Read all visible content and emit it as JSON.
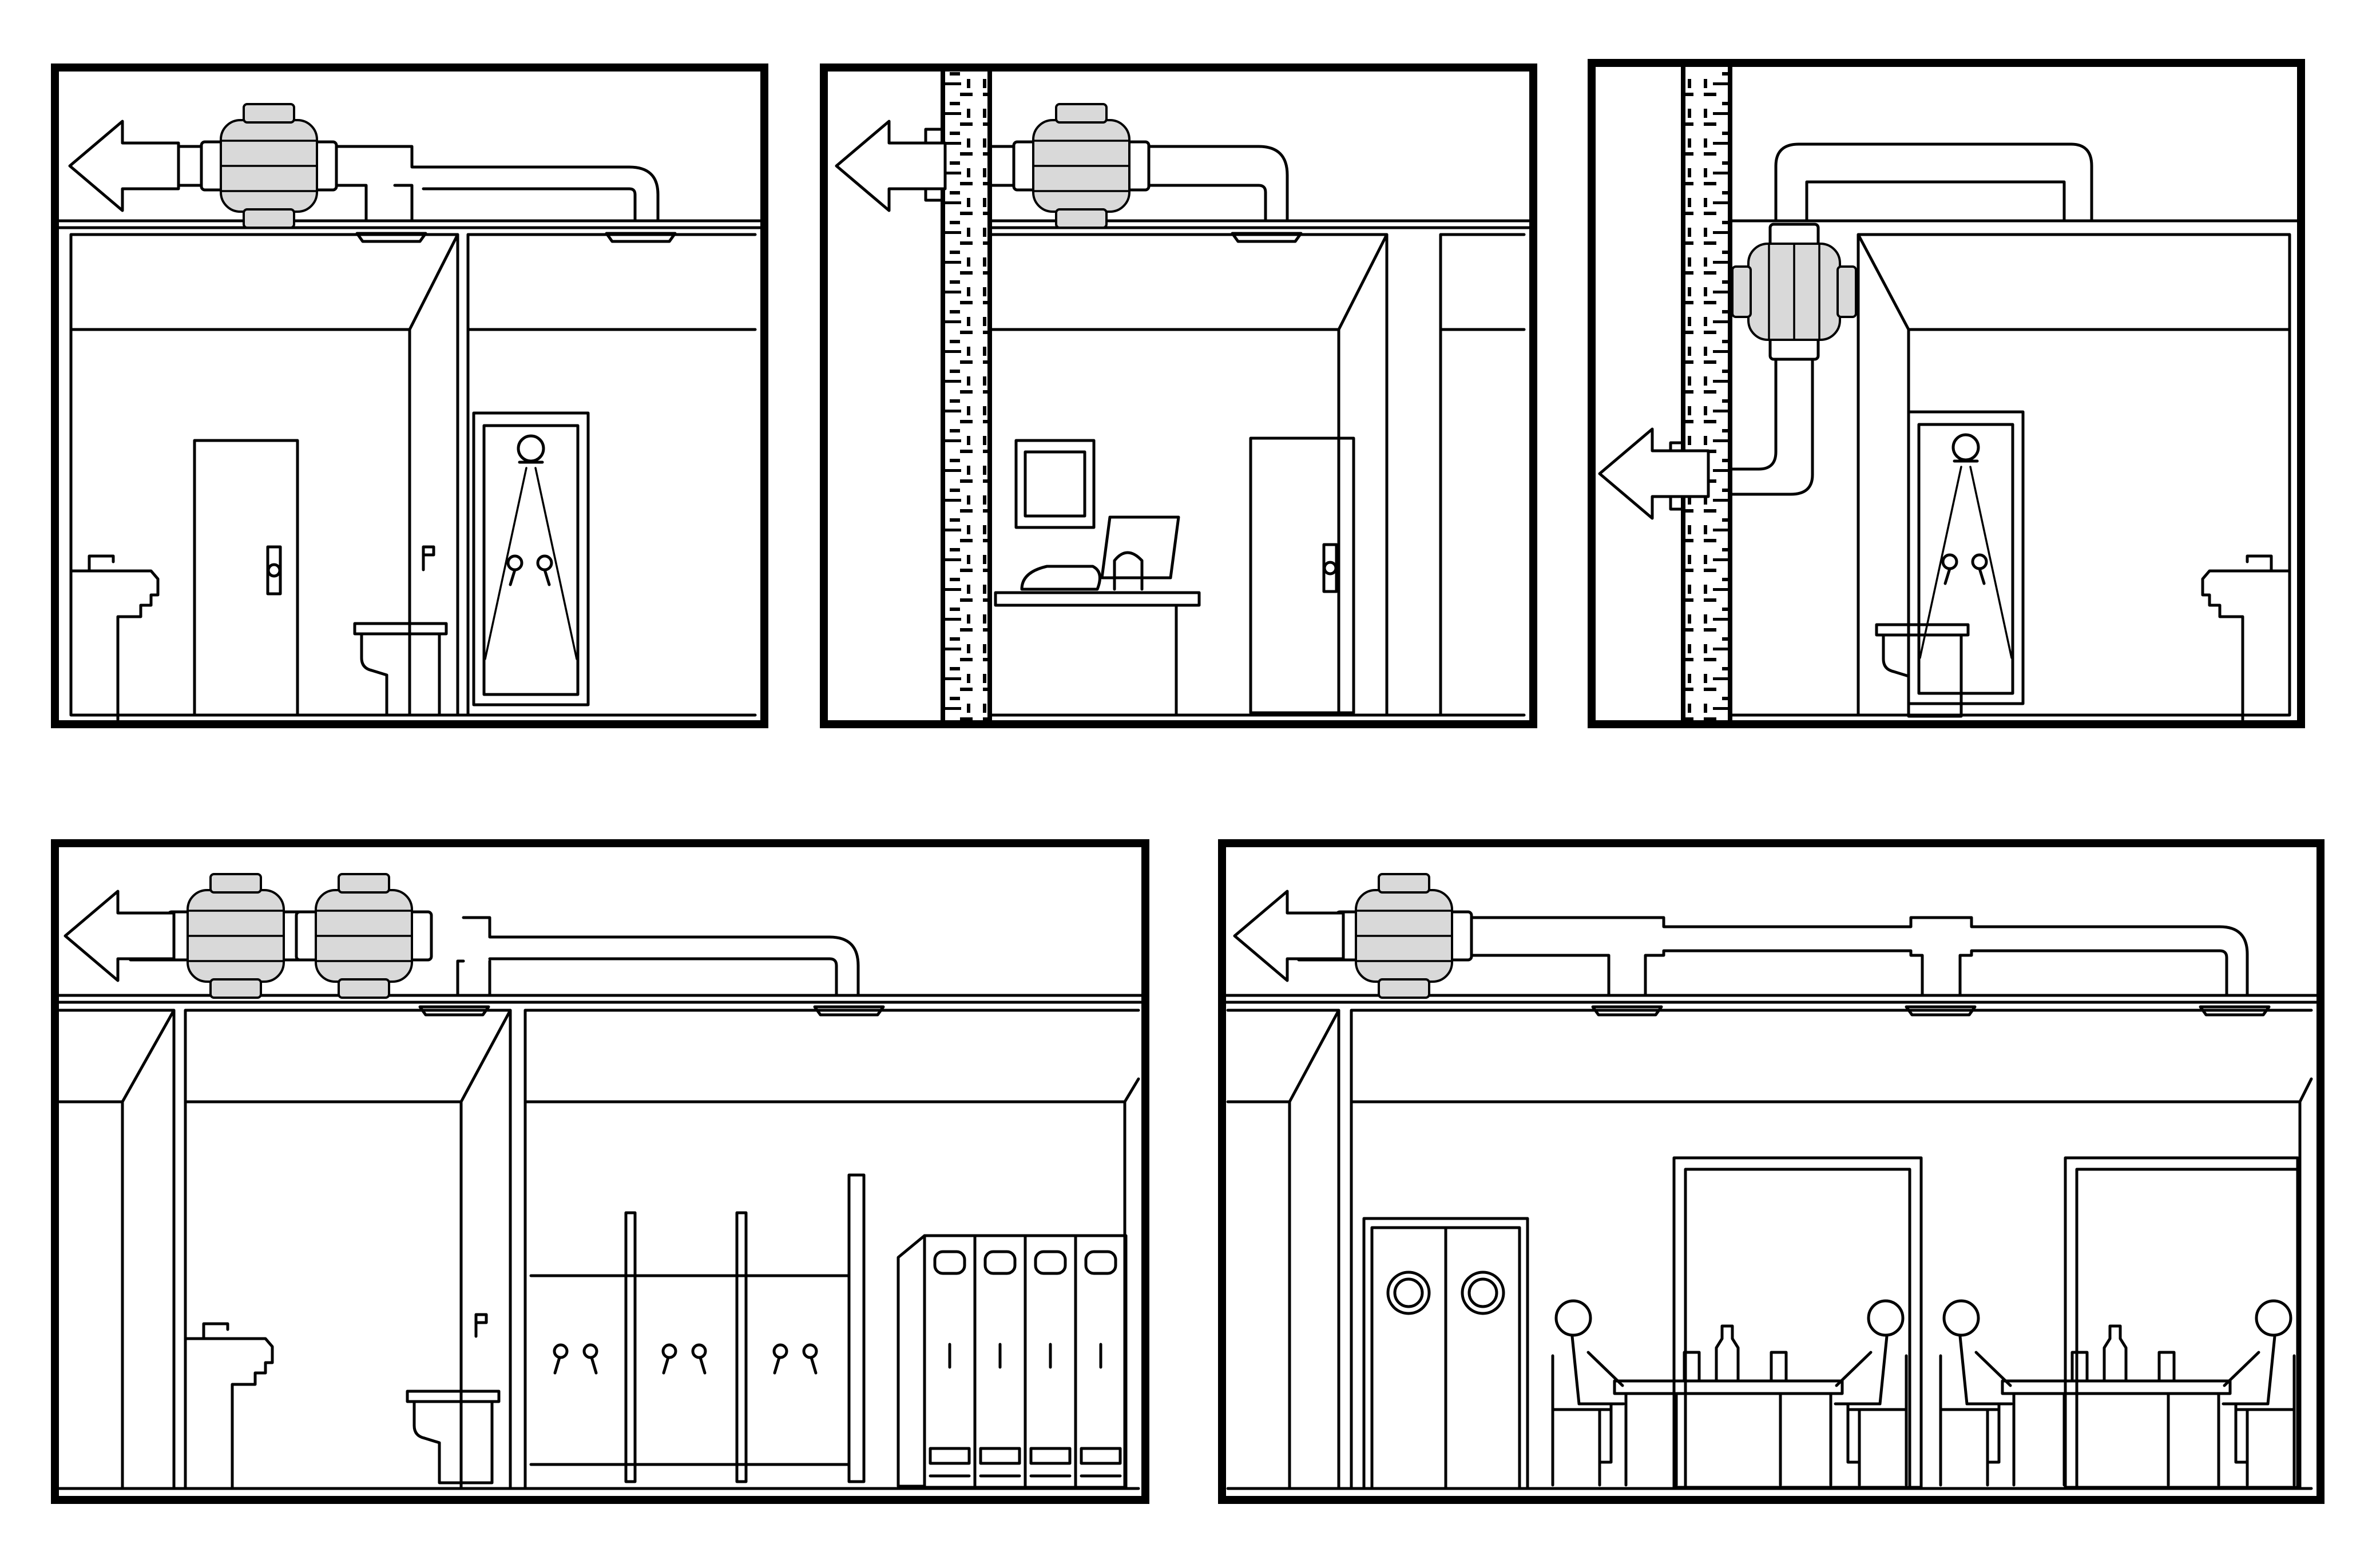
{
  "diagram": {
    "panels": [
      {
        "id": "panel-1",
        "scene": "washroom-shower",
        "fans": 1,
        "exhaust_direction": "left"
      },
      {
        "id": "panel-2",
        "scene": "office-through-wall",
        "fans": 1,
        "exhaust_direction": "left"
      },
      {
        "id": "panel-3",
        "scene": "washroom-vertical-duct",
        "fans": 1,
        "exhaust_direction": "left"
      },
      {
        "id": "panel-4",
        "scene": "washroom-changing-room",
        "fans": 2,
        "exhaust_direction": "left"
      },
      {
        "id": "panel-5",
        "scene": "restaurant-dining",
        "fans": 1,
        "exhaust_direction": "left"
      }
    ],
    "colors": {
      "stroke": "#000000",
      "background": "#ffffff",
      "fan_body": "#d9d9d9"
    }
  }
}
